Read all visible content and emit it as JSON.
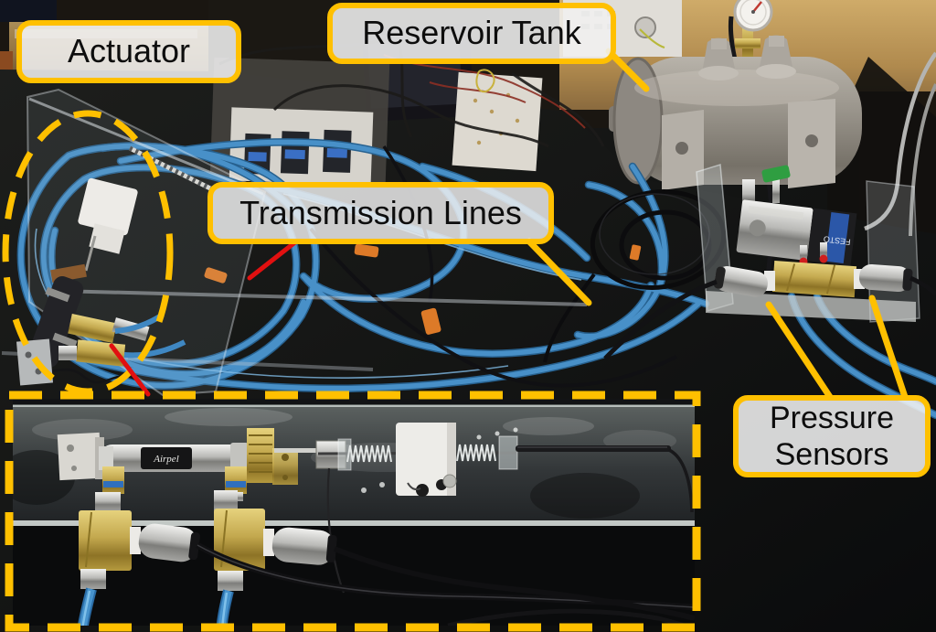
{
  "figure": {
    "alt": "Photograph of a pneumatic actuation experimental setup on a black table with annotated components and a zoomed inset of the actuator"
  },
  "annotations": {
    "actuator": "Actuator",
    "reservoir_tank": "Reservoir Tank",
    "transmission_lines": "Transmission Lines",
    "pressure_sensors": "Pressure Sensors"
  },
  "equipment": {
    "cylinder_brand": "Airpel",
    "valve_brand": "FESTO"
  },
  "colors": {
    "callout_gold": "#FFC000",
    "pointer_red": "#E21010",
    "tube_blue": "#4890C8",
    "tank_gray": "#948F87",
    "brass": "#C3A84E"
  }
}
